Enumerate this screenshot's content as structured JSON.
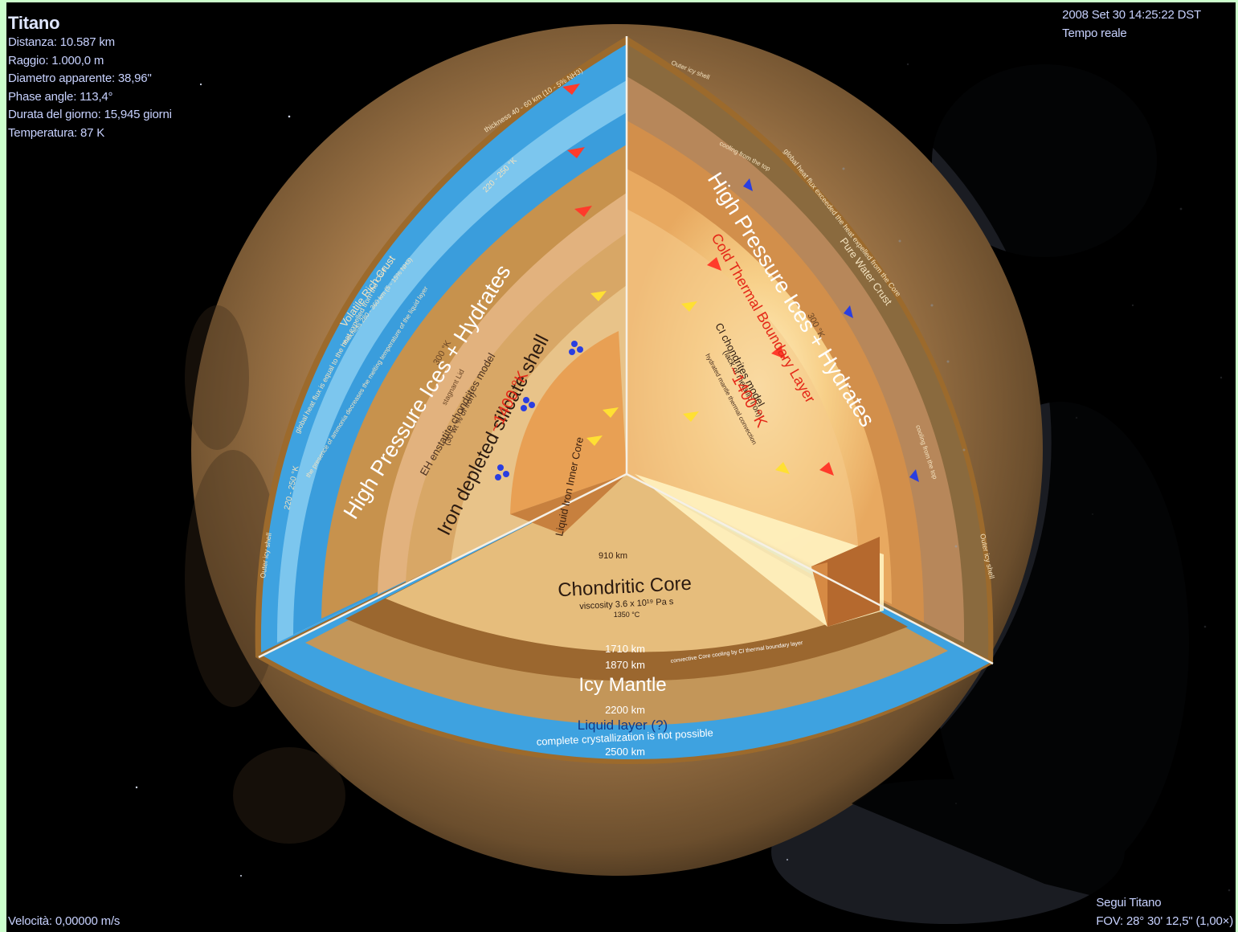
{
  "object_info": {
    "name": "Titano",
    "distance": "Distanza: 10.587 km",
    "radius": "Raggio: 1.000,0 m",
    "apparent_diameter": "Diametro apparente: 38,96\"",
    "phase_angle": "Phase angle: 113,4°",
    "day_length": "Durata del giorno: 15,945 giorni",
    "temperature": "Temperatura: 87 K"
  },
  "time_info": {
    "datetime": "2008 Set 30 14:25:22 DST",
    "mode": "Tempo reale"
  },
  "status": {
    "velocity": "Velocità: 0,00000 m/s",
    "follow": "Segui Titano",
    "fov": "FOV: 28° 30' 12,5\" (1,00×)"
  },
  "diagram": {
    "left": {
      "outer_icy_shell": "Outer icy shell",
      "thickness": "thickness 40 - 60 km (10 - 5% NH3)",
      "temp_top": "220 - 250 °K",
      "temp_side": "220 - 250 °K",
      "global_heat_flux": "global heat flux is equal to the heat expelled from the Core",
      "volatile_rich_crust": "Volatile Rich Crust",
      "ammonia_note": "the presence of ammonia decreases the melting temperature of the liquid layer",
      "crust_thickness": "thickness 280 - 360 km (5 - 15% NH3)",
      "hp_ices": "High Pressure Ices + Hydrates",
      "temp_300": "300 °K",
      "stagnant_lid": "stagnant Lid",
      "eh_model": "EH enstatite chondrites model",
      "eh_iron": "(30 wt % of iron)",
      "iron_shell": "Iron depleted silicate shell",
      "temp_1400": "~1400 °K",
      "inner_core": "Liquid Iron Inner Core",
      "radius_910": "910 km"
    },
    "right": {
      "outer_icy_shell": "Outer icy shell",
      "cooling_top": "cooling from the top",
      "global_heat_flux": "global heat flux exceeded the heat expelled from the Core",
      "pure_water_crust": "Pure Water Crust",
      "cooling_side": "cooling from the top",
      "hp_ices": "High Pressure Ices + Hydrates",
      "cold_thermal": "Cold Thermal Boundary Layer",
      "temp_300": "300 °K",
      "ci_model": "CI chondrites model",
      "ci_lack": "(lack of metallic Iron)",
      "temp_1400": "~1400 °K",
      "hydrated_note": "hydrated mantle thermal convection"
    },
    "bottom": {
      "chondritic_core": "Chondritic Core",
      "viscosity": "viscosity 3.6 x 10¹⁹ Pa s",
      "core_temp": "1350 °C",
      "r_1710": "1710 km",
      "r_1870": "1870 km",
      "icy_mantle": "Icy Mantle",
      "r_2200": "2200 km",
      "liquid_layer": "Liquid layer (?)",
      "crystallization": "complete crystallization is not possible",
      "r_2500": "2500 km",
      "core_note": "convective Core cooling by CI thermal boundary layer"
    }
  }
}
